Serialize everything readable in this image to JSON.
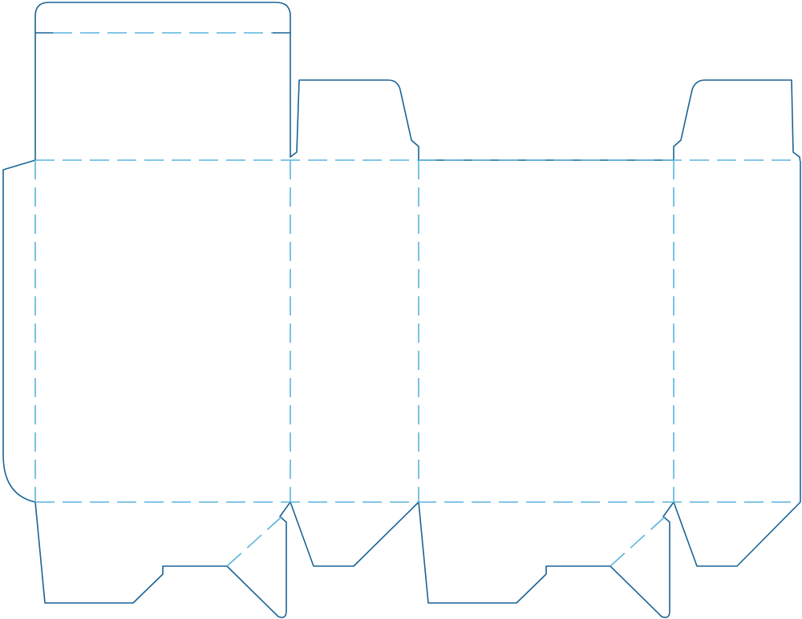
{
  "diagram": {
    "type": "box-dieline",
    "colors": {
      "cut_line": "#1a6496",
      "fold_line": "#5ab4de",
      "background": "#ffffff"
    },
    "line_styles": {
      "cut": "solid",
      "fold": "dashed"
    }
  }
}
